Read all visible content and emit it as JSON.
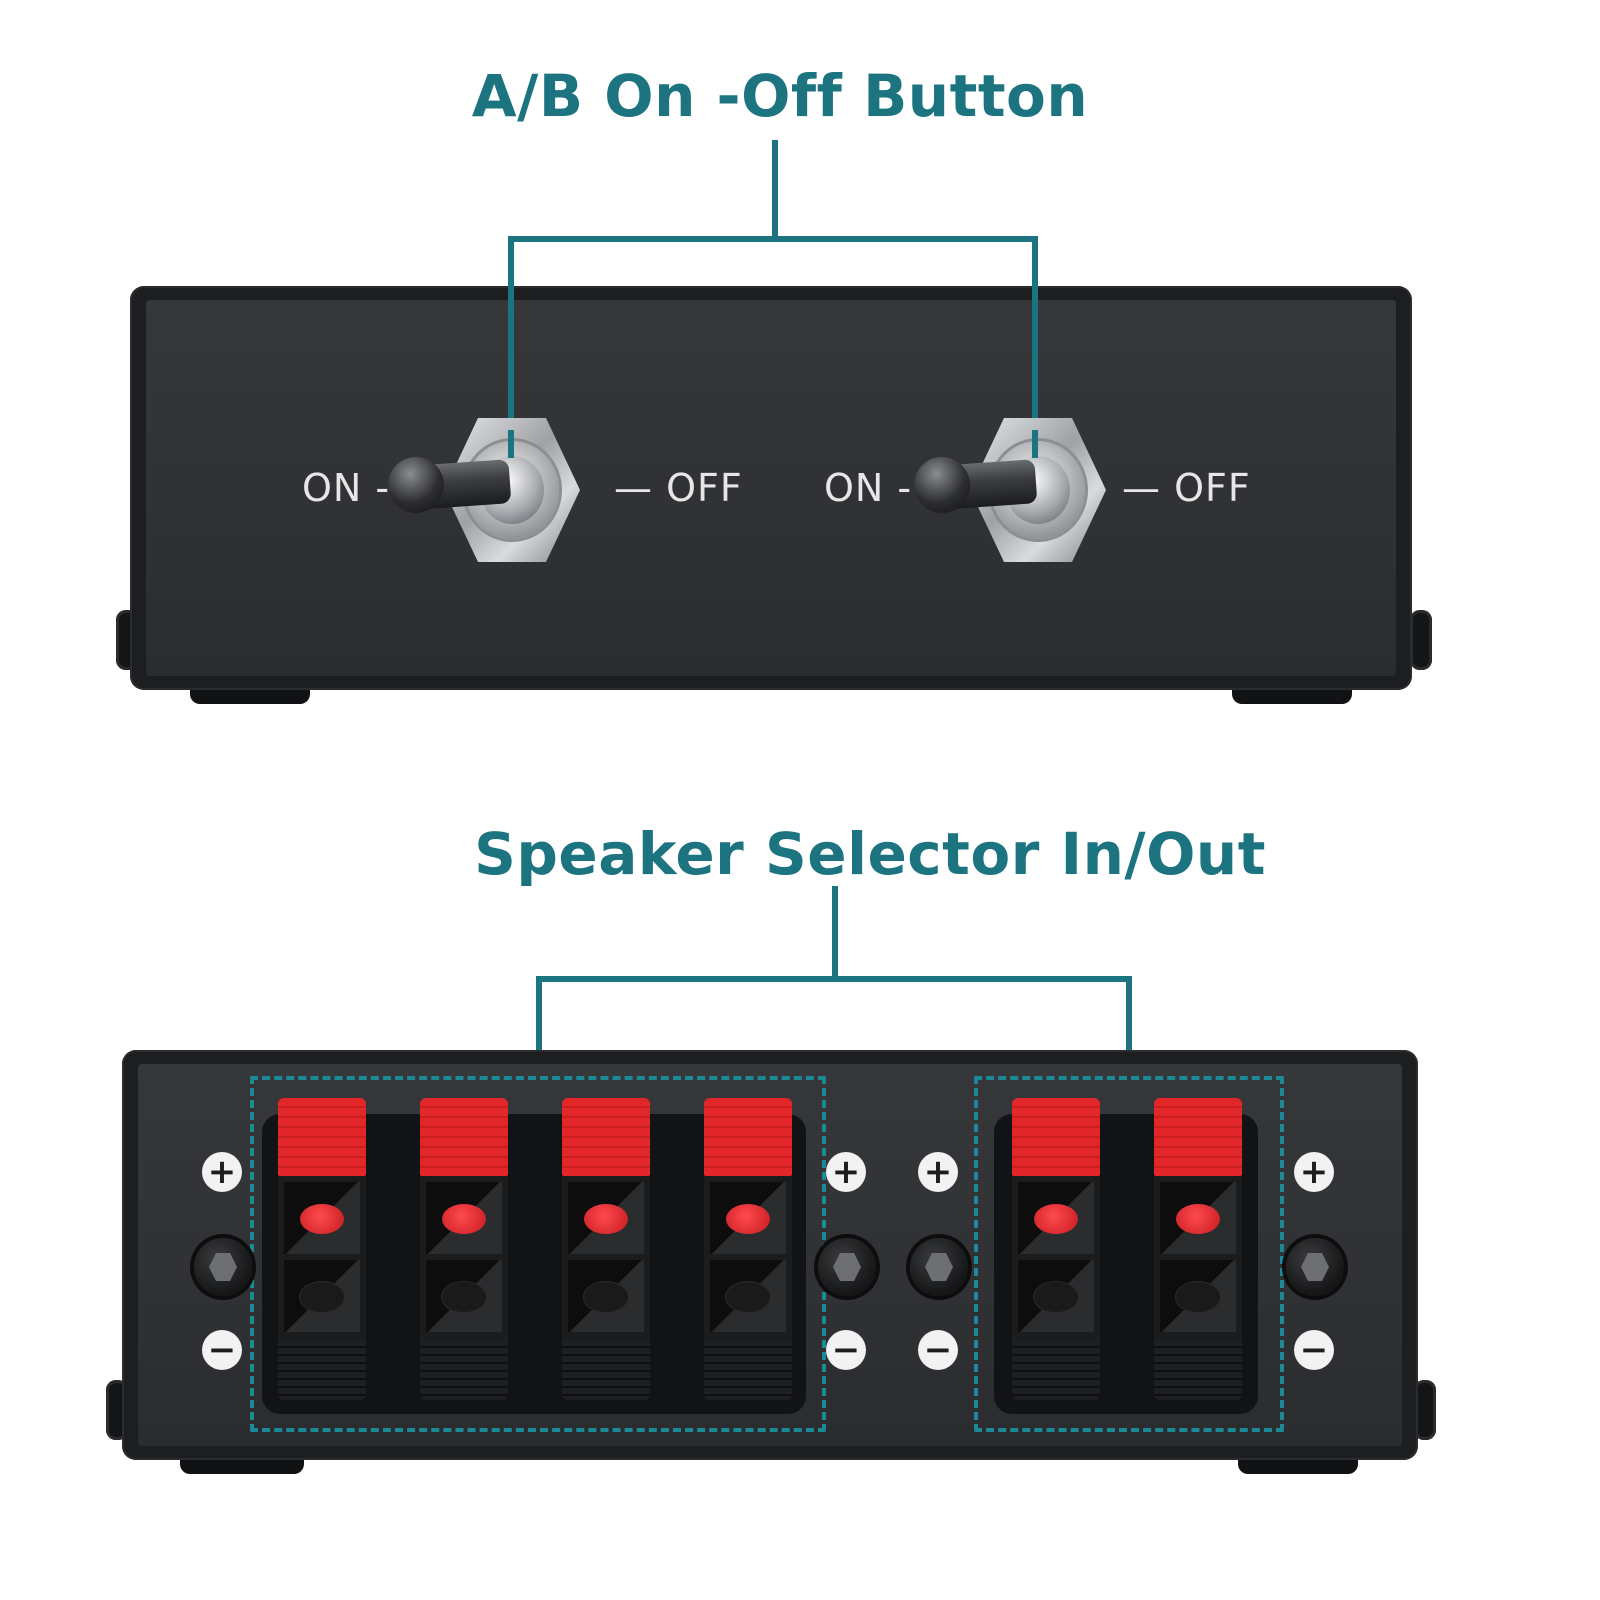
{
  "callouts": {
    "top_title": "A/B On -Off Button",
    "bottom_title": "Speaker Selector In/Out"
  },
  "front_panel": {
    "switches": [
      {
        "on_label": "ON -",
        "off_label": "— OFF"
      },
      {
        "on_label": "ON -",
        "off_label": "— OFF"
      }
    ]
  },
  "back_panel": {
    "polarity": {
      "plus": "+",
      "minus": "−"
    },
    "group_a_terminals": 4,
    "group_b_terminals": 2
  },
  "colors": {
    "accent": "#1c7480",
    "dash": "#1c8a96",
    "device": "#1d1e20",
    "terminal_red": "#e3262a"
  }
}
